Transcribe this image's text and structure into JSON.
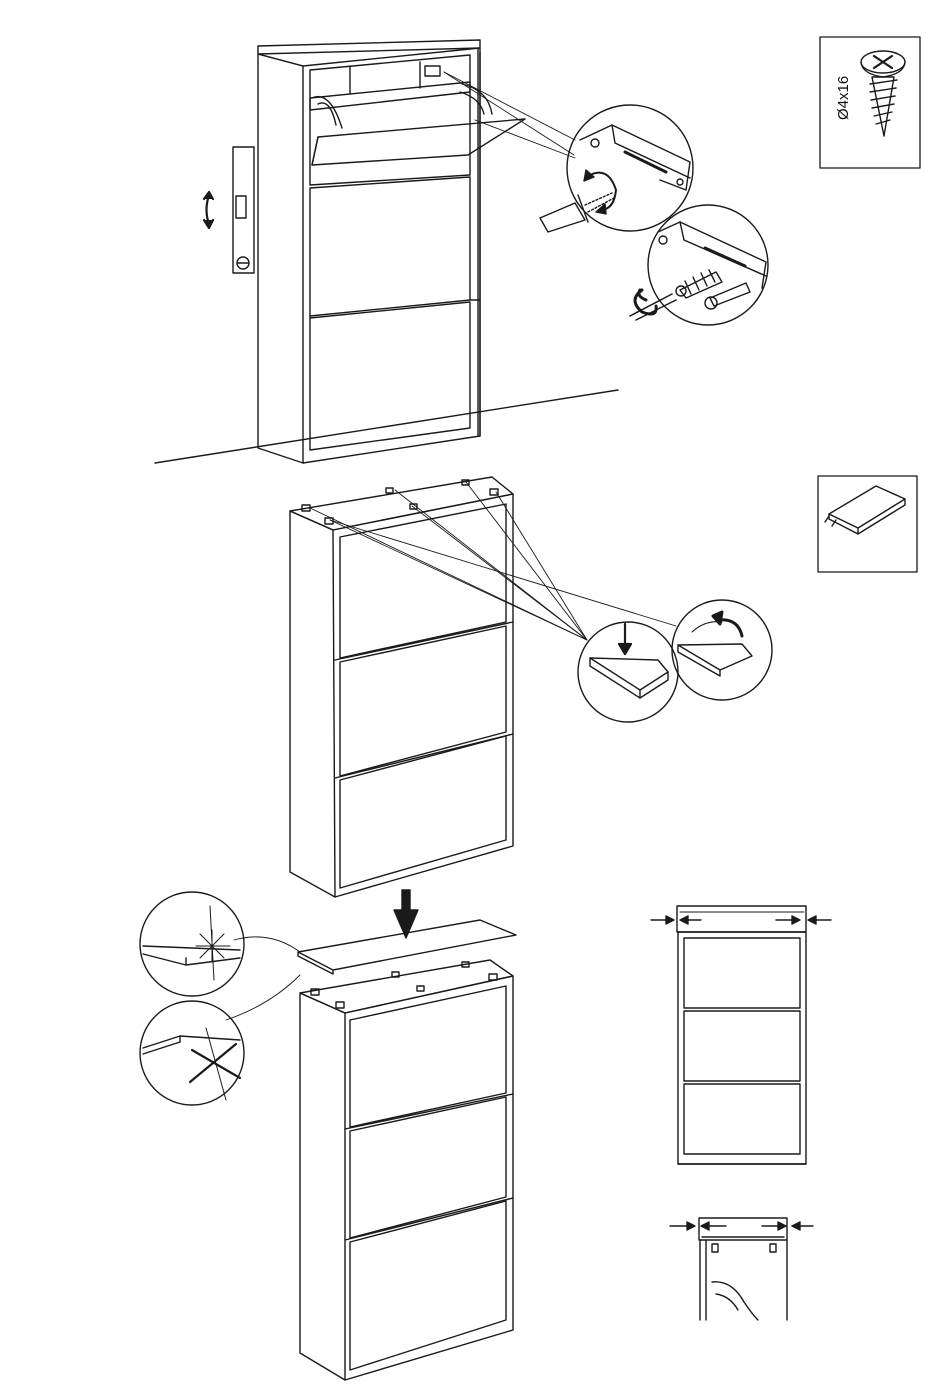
{
  "page": {
    "background": "#ffffff",
    "ink": "#1a1a1a"
  },
  "parts": {
    "screw": {
      "label": "Ø4x16",
      "icon": "wood-screw-icon"
    },
    "felt_pad": {
      "icon": "adhesive-pad-icon"
    }
  },
  "steps": [
    {
      "id": "wall-mount",
      "icons": [
        "wall-anchor-icon",
        "level-icon",
        "screwdriver-icon",
        "rotate-arrow-icon"
      ]
    },
    {
      "id": "attach-pads",
      "icons": [
        "press-down-arrow-icon",
        "peel-arrow-icon"
      ]
    },
    {
      "id": "place-top",
      "icons": [
        "down-arrow-icon",
        "correct-check-icon",
        "wrong-cross-icon"
      ]
    }
  ]
}
